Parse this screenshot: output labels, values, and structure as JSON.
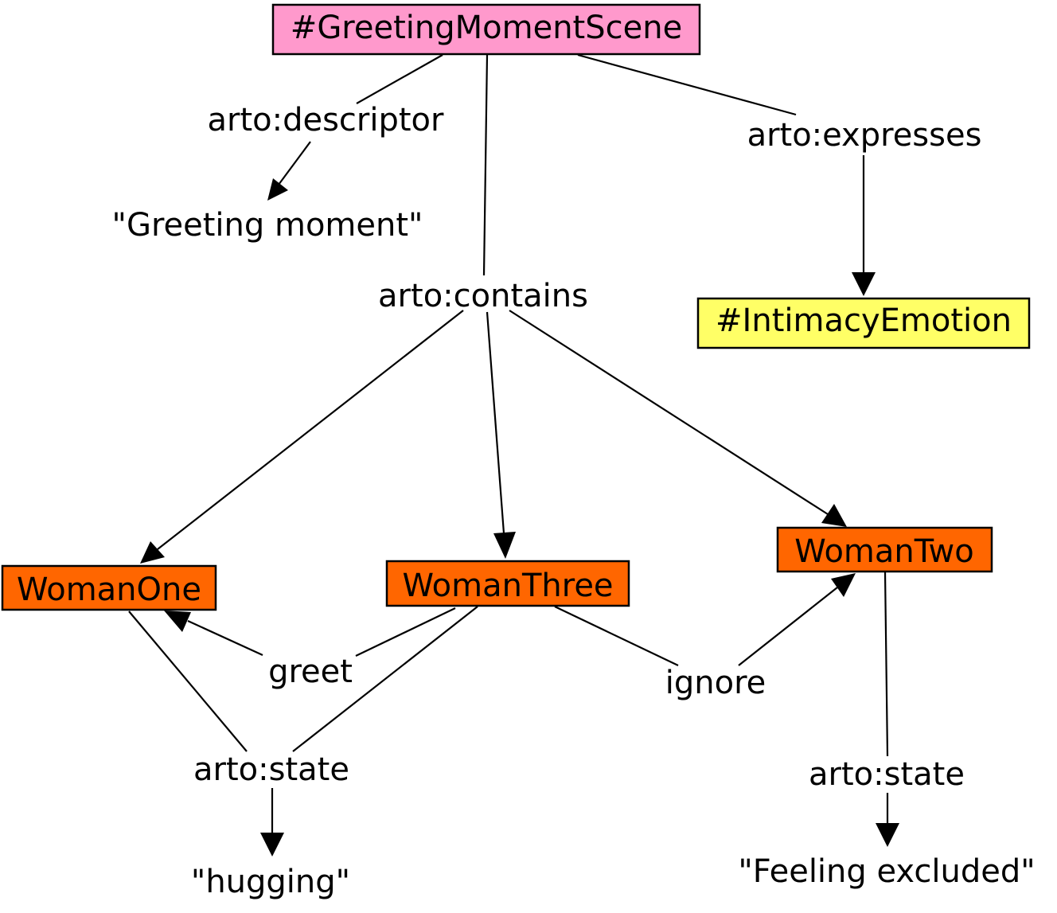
{
  "colors": {
    "scene": "#ff99cc",
    "emotion": "#ffff66",
    "person": "#ff6600",
    "line": "#000000"
  },
  "nodes": {
    "scene": "#GreetingMomentScene",
    "emotion": "#IntimacyEmotion",
    "woman_one": "WomanOne",
    "woman_two": "WomanTwo",
    "woman_three": "WomanThree"
  },
  "literals": {
    "greeting_moment": "\"Greeting moment\"",
    "hugging": "\"hugging\"",
    "feeling_excluded": "\"Feeling excluded\""
  },
  "edge_labels": {
    "descriptor": "arto:descriptor",
    "expresses": "arto:expresses",
    "contains": "arto:contains",
    "greet": "greet",
    "ignore": "ignore",
    "state_shared": "arto:state",
    "state_two": "arto:state"
  }
}
